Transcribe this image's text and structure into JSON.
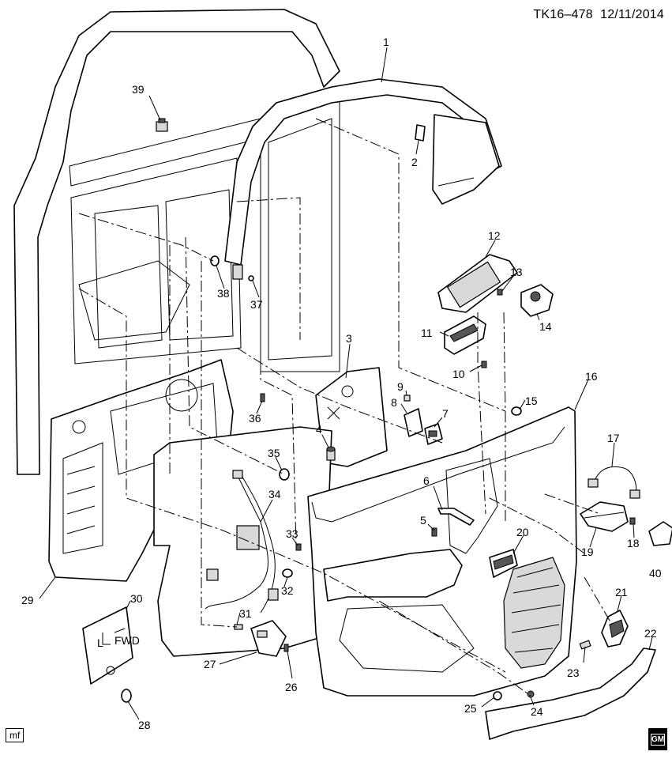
{
  "header": {
    "doc_id": "TK16–478",
    "date": "12/11/2014"
  },
  "footer": {
    "artist_tag": "mf",
    "brand_logo": "GM"
  },
  "callouts": [
    {
      "id": "c1",
      "label": "1"
    },
    {
      "id": "c2",
      "label": "2"
    },
    {
      "id": "c3",
      "label": "3"
    },
    {
      "id": "c4",
      "label": "4"
    },
    {
      "id": "c5",
      "label": "5"
    },
    {
      "id": "c6",
      "label": "6"
    },
    {
      "id": "c7",
      "label": "7"
    },
    {
      "id": "c8",
      "label": "8"
    },
    {
      "id": "c9",
      "label": "9"
    },
    {
      "id": "c10",
      "label": "10"
    },
    {
      "id": "c11",
      "label": "11"
    },
    {
      "id": "c12",
      "label": "12"
    },
    {
      "id": "c13",
      "label": "13"
    },
    {
      "id": "c14",
      "label": "14"
    },
    {
      "id": "c15",
      "label": "15"
    },
    {
      "id": "c16",
      "label": "16"
    },
    {
      "id": "c17",
      "label": "17"
    },
    {
      "id": "c18",
      "label": "18"
    },
    {
      "id": "c19",
      "label": "19"
    },
    {
      "id": "c20",
      "label": "20"
    },
    {
      "id": "c21",
      "label": "21"
    },
    {
      "id": "c22",
      "label": "22"
    },
    {
      "id": "c23",
      "label": "23"
    },
    {
      "id": "c24",
      "label": "24"
    },
    {
      "id": "c25",
      "label": "25"
    },
    {
      "id": "c26",
      "label": "26"
    },
    {
      "id": "c27",
      "label": "27"
    },
    {
      "id": "c28",
      "label": "28"
    },
    {
      "id": "c29",
      "label": "29"
    },
    {
      "id": "c30",
      "label": "30"
    },
    {
      "id": "c31",
      "label": "31"
    },
    {
      "id": "c32",
      "label": "32"
    },
    {
      "id": "c33",
      "label": "33"
    },
    {
      "id": "c34",
      "label": "34"
    },
    {
      "id": "c35",
      "label": "35"
    },
    {
      "id": "c36",
      "label": "36"
    },
    {
      "id": "c37",
      "label": "37"
    },
    {
      "id": "c38",
      "label": "38"
    },
    {
      "id": "c39",
      "label": "39"
    },
    {
      "id": "c40",
      "label": "40"
    }
  ],
  "module_label": {
    "text1": "L",
    "text2": "FWD"
  }
}
